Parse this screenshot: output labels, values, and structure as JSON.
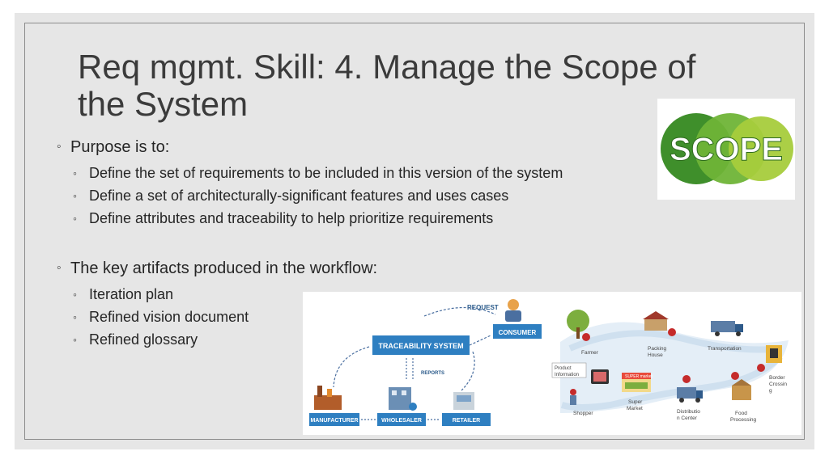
{
  "slide": {
    "title": "Req mgmt. Skill: 4. Manage the Scope of the System",
    "bullets": [
      {
        "text": "Purpose is to:",
        "sub": [
          "Define the set of requirements to be included in this version of the system",
          "Define a set of architecturally-significant features and uses cases",
          "Define attributes and traceability to help prioritize requirements"
        ]
      },
      {
        "text": "The key artifacts produced in the workflow:",
        "sub": [
          "Iteration plan",
          "Refined vision document",
          "Refined glossary"
        ]
      }
    ]
  },
  "logo": {
    "text": "SCOPE",
    "colors": [
      "#3f8f2b",
      "#6fb437",
      "#a6cc3c"
    ]
  },
  "diagram": {
    "left": {
      "request": "REQUEST",
      "consumer": "CONSUMER",
      "traceability": "TRACEABILITY SYSTEM",
      "reports": "REPORTS",
      "manufacturer": "MANUFACTURER",
      "wholesaler": "WHOLESALER",
      "retailer": "RETAILER"
    },
    "right": {
      "farmer": "Farmer",
      "packing1": "Packing",
      "packing2": "House",
      "transport": "Transportation",
      "border1": "Border",
      "border2": "Crossin",
      "border3": "g",
      "product1": "Product",
      "product2": "Information",
      "shopper": "Shopper",
      "super1": "Super",
      "super2": "Market",
      "dist1": "Distributio",
      "dist2": "n Center",
      "food1": "Food",
      "food2": "Processing",
      "sign": "SUPER market"
    }
  }
}
